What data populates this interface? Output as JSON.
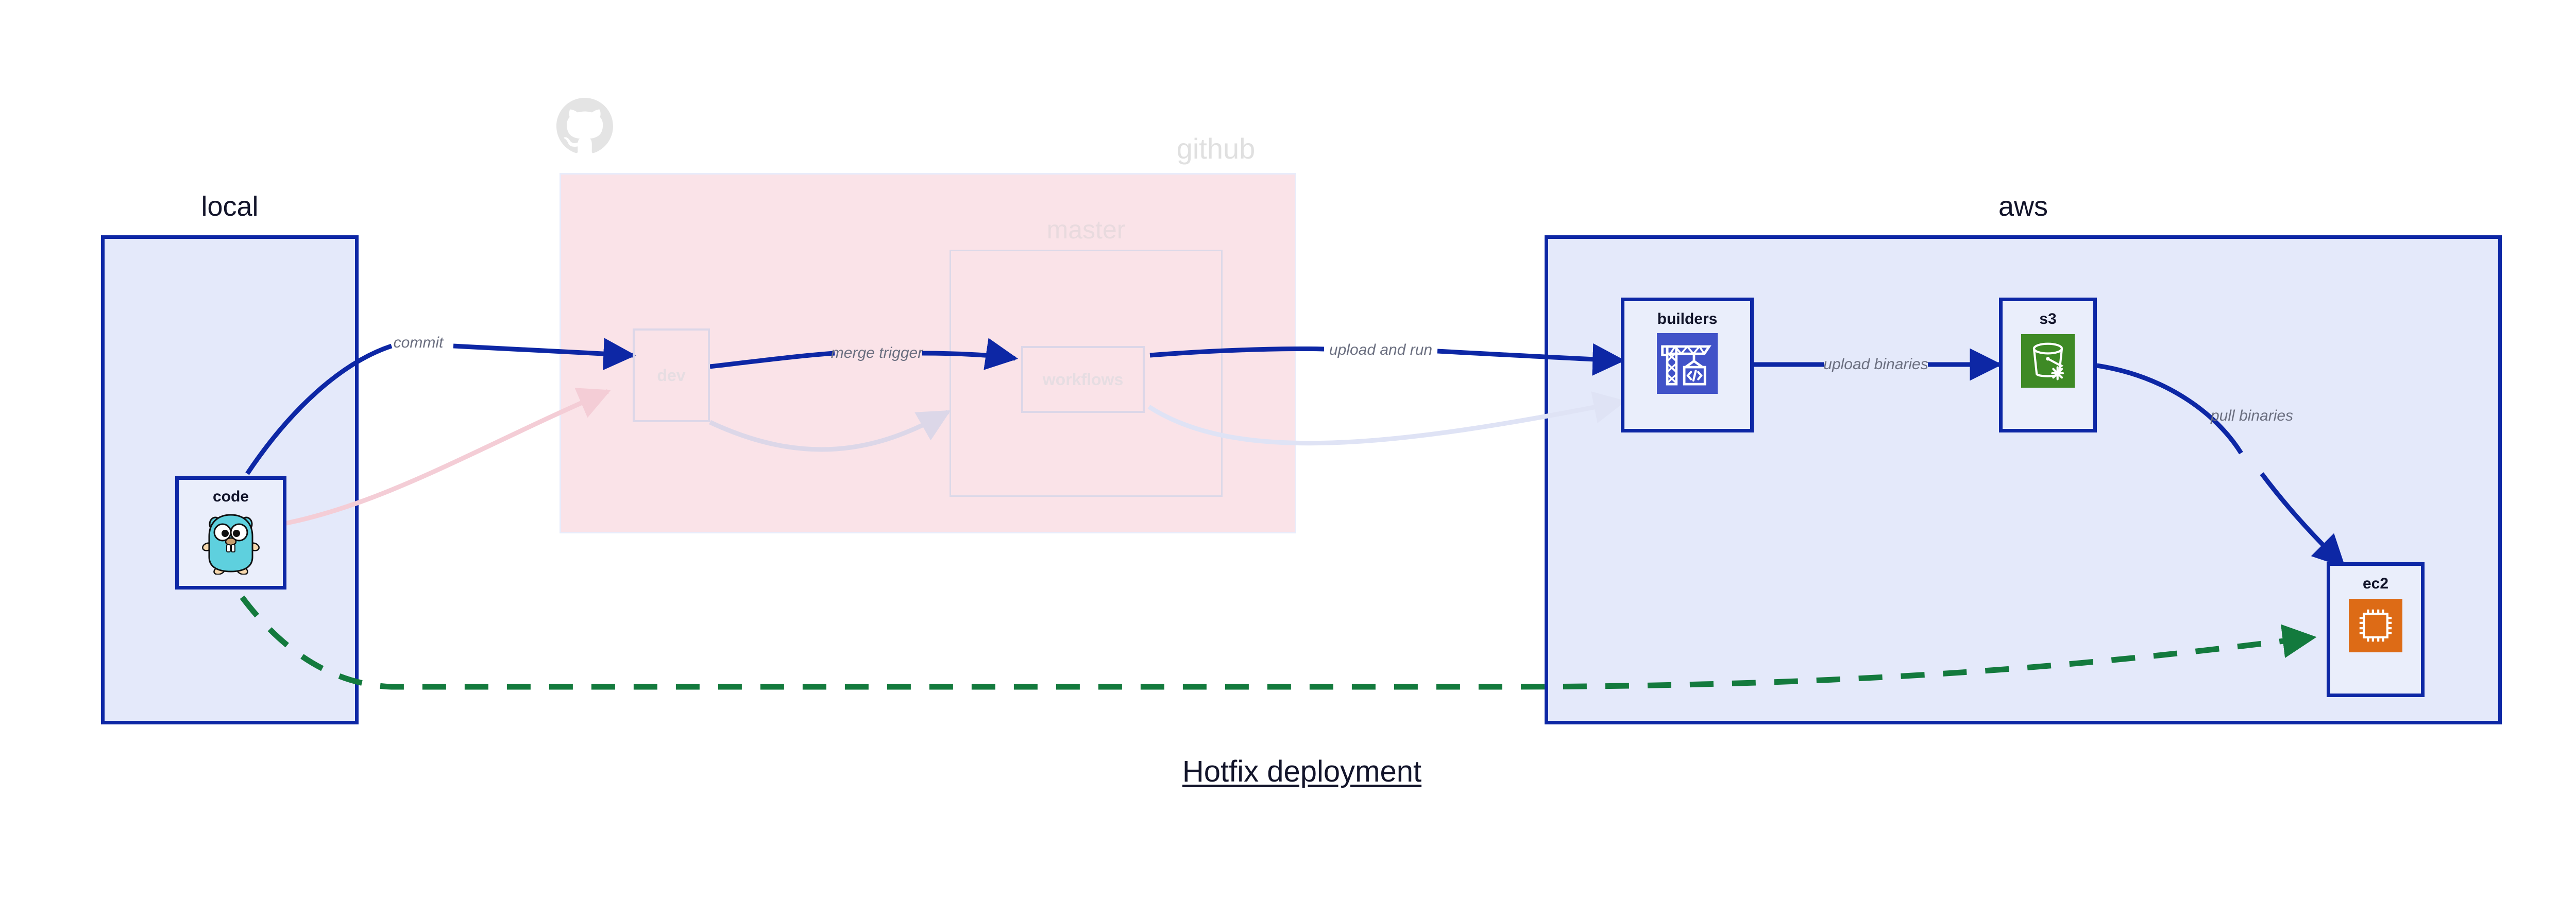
{
  "diagram": {
    "title": "Hotfix deployment",
    "background": "#ffffff",
    "accent_blue": "#0d27a5",
    "accent_green": "#137a3d",
    "label_grey": "#6b6f80"
  },
  "clusters": [
    {
      "id": "local",
      "label": "local",
      "fill": "#e4e9fa",
      "stroke": "#0d27a5",
      "faded": false
    },
    {
      "id": "github",
      "label": "github",
      "fill": "#fae3e8",
      "stroke": "#e8ecfb",
      "faded": true
    },
    {
      "id": "master",
      "label": "master",
      "fill": "transparent",
      "stroke": "#dcd9e8",
      "faded": true
    },
    {
      "id": "aws",
      "label": "aws",
      "fill": "#e4e9fa",
      "stroke": "#0d27a5",
      "faded": false
    }
  ],
  "nodes": [
    {
      "id": "code",
      "label": "code",
      "icon": "golang-gopher-icon",
      "faded": false
    },
    {
      "id": "dev",
      "label": "dev",
      "icon": "none",
      "faded": true
    },
    {
      "id": "workflows",
      "label": "workflows",
      "icon": "none",
      "faded": true
    },
    {
      "id": "builders",
      "label": "builders",
      "icon": "aws-codebuild-icon",
      "faded": false
    },
    {
      "id": "s3",
      "label": "s3",
      "icon": "aws-s3-glacier-icon",
      "faded": false
    },
    {
      "id": "ec2",
      "label": "ec2",
      "icon": "aws-ec2-icon",
      "faded": false
    }
  ],
  "edges": [
    {
      "id": "code-dev",
      "label": "commit",
      "from": "code",
      "to": "dev",
      "style": "solid",
      "color": "#0d27a5",
      "faded": false
    },
    {
      "id": "dev-workflows",
      "label": "merge trigger",
      "from": "dev",
      "to": "workflows",
      "style": "solid",
      "color": "#0d27a5",
      "faded": false
    },
    {
      "id": "wf-builders",
      "label": "upload and run",
      "from": "workflows",
      "to": "builders",
      "style": "solid",
      "color": "#0d27a5",
      "faded": false
    },
    {
      "id": "builders-s3",
      "label": "upload binaries",
      "from": "builders",
      "to": "s3",
      "style": "solid",
      "color": "#0d27a5",
      "faded": false
    },
    {
      "id": "s3-ec2",
      "label": "pull binaries",
      "from": "s3",
      "to": "ec2",
      "style": "solid",
      "color": "#0d27a5",
      "faded": false
    },
    {
      "id": "code-ec2",
      "label": "",
      "from": "code",
      "to": "ec2",
      "style": "dashed",
      "color": "#137a3d",
      "faded": false
    },
    {
      "id": "code-github-bg",
      "label": "",
      "from": "code",
      "to": "dev",
      "style": "solid",
      "color": "#f7dde3",
      "faded": true
    },
    {
      "id": "dev-wf-bg",
      "label": "",
      "from": "dev",
      "to": "workflows",
      "style": "solid",
      "color": "#dcd7e8",
      "faded": true
    },
    {
      "id": "wf-builders-bg",
      "label": "",
      "from": "workflows",
      "to": "builders",
      "style": "solid",
      "color": "#dfe3f5",
      "faded": true
    }
  ],
  "icons": {
    "golang-gopher": {
      "body": "#5ed0de",
      "outline": "#0a0a0a",
      "limb": "#f6d7ad",
      "eye": "#ffffff",
      "pupil": "#101010",
      "tooth": "#ffffff",
      "snout": "#c8a070"
    },
    "aws-codebuild": {
      "bg": "#4152c8",
      "fg": "#ffffff"
    },
    "aws-s3-glacier": {
      "bg": "#3e8a25",
      "fg": "#ffffff"
    },
    "aws-ec2": {
      "bg": "#dd6b16",
      "fg": "#ffffff"
    },
    "github-octocat": {
      "fill": "#e4e4e4"
    }
  }
}
